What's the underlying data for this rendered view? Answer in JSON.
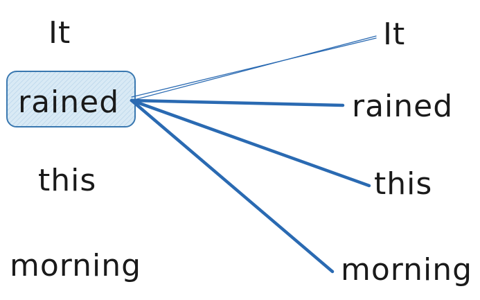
{
  "source_words": [
    "It",
    "rained",
    "this",
    "morning"
  ],
  "target_words": [
    "It",
    "rained",
    "this",
    "morning"
  ],
  "highlighted_source": "rained",
  "attention": [
    {
      "target": "It",
      "weight": 0.05
    },
    {
      "target": "rained",
      "weight": 0.55
    },
    {
      "target": "this",
      "weight": 0.55
    },
    {
      "target": "morning",
      "weight": 0.55
    }
  ],
  "colors": {
    "edge": "#2a6ab2",
    "highlight_fill": "#d7e8f3",
    "highlight_stroke": "#3a78b0",
    "text": "#1a1a1a"
  }
}
